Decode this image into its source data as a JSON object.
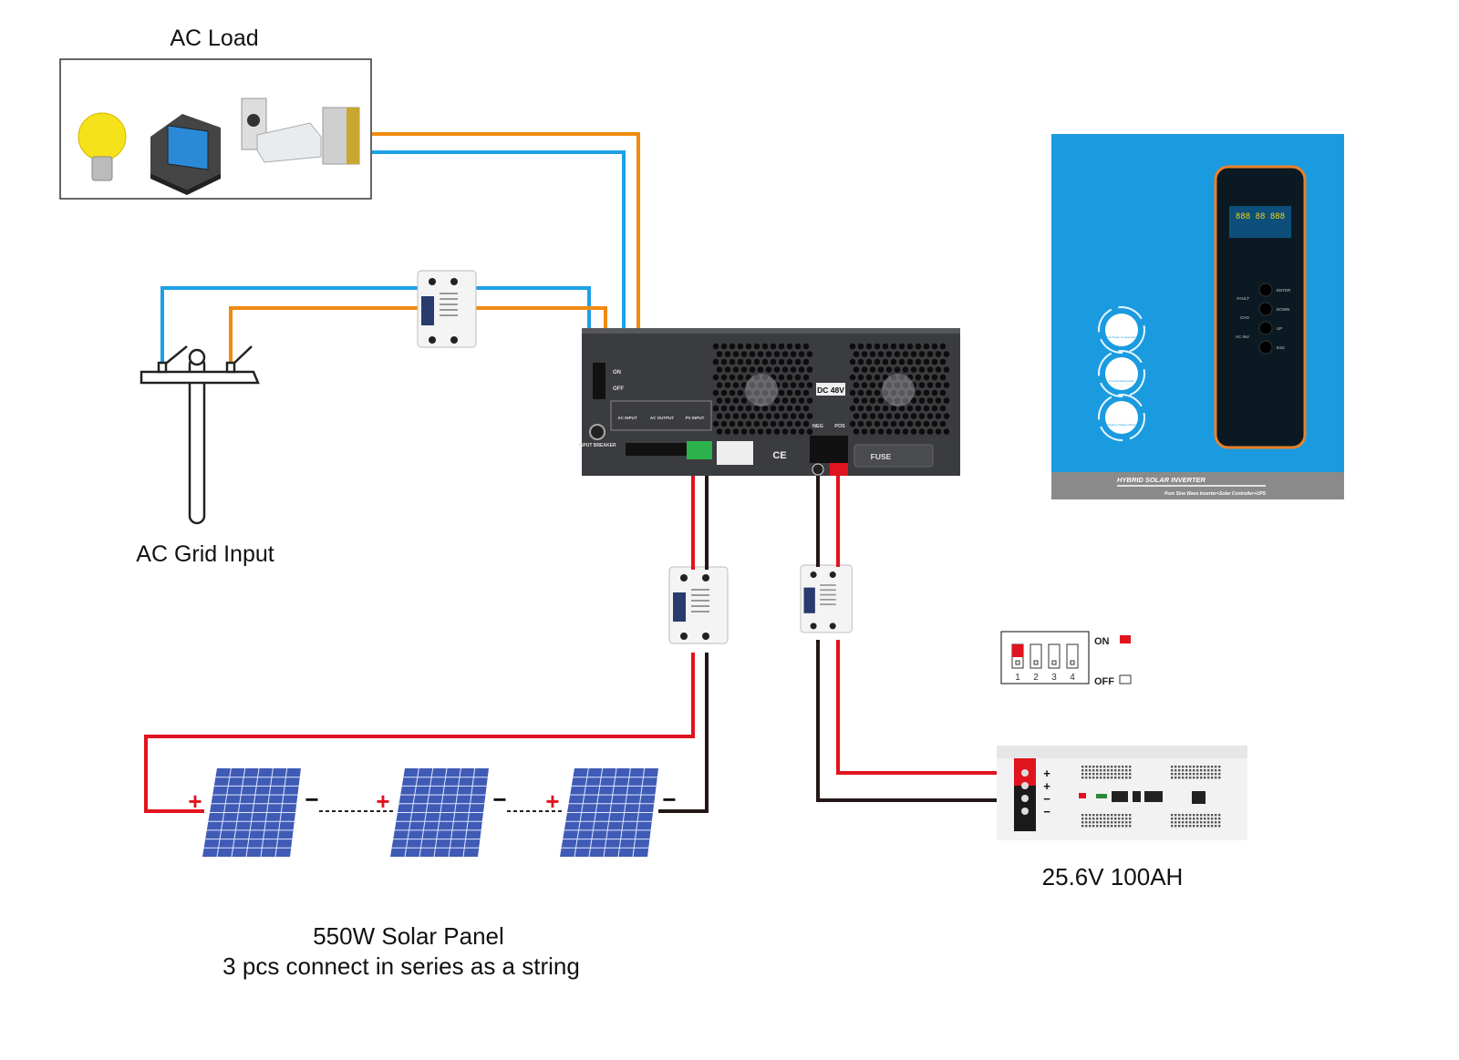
{
  "labels": {
    "ac_load": "AC Load",
    "ac_grid_input": "AC Grid Input",
    "battery": "25.6V 100AH",
    "solar_title": "550W Solar Panel",
    "solar_subtitle": "3 pcs connect in series as a string"
  },
  "inverter_back": {
    "switch_on": "ON",
    "switch_off": "OFF",
    "ac_input": "AC INPUT",
    "ac_output": "AC OUTPUT",
    "pv_input": "PV INPUT",
    "input_breaker": "INPUT BREAKER",
    "dc_voltage": "DC 48V",
    "neg": "NEG",
    "pos": "POS",
    "fuse": "FUSE",
    "cert": "CE"
  },
  "inverter_front": {
    "title": "HYBRID SOLAR INVERTER",
    "subtitle": "Pure Sine Wave Inverter+Solar Controller+UPS",
    "buttons": [
      "ENTER",
      "DOWN",
      "UP",
      "ESC"
    ],
    "indicators": [
      "FAULT",
      "CHG",
      "AC INV"
    ],
    "features": [
      "Low Power Consumption",
      "Fan Operating Mode",
      "Charging Voltage Optional"
    ],
    "lcd_digits": "888 88 888"
  },
  "dip_switch": {
    "numbers": [
      "1",
      "2",
      "3",
      "4"
    ],
    "states": [
      true,
      false,
      false,
      false
    ],
    "on_label": "ON",
    "off_label": "OFF"
  },
  "battery_terminals": [
    "+",
    "+",
    "−",
    "−"
  ],
  "solar_signs": {
    "plus": "+",
    "minus": "−"
  },
  "colors": {
    "live_wire": "#f08a10",
    "neutral_wire": "#1ea0e6",
    "positive_wire": "#e0141e",
    "negative_wire": "#231815",
    "inverter_front": "#1a9be0",
    "solar_panel": "#3f5bb5"
  }
}
